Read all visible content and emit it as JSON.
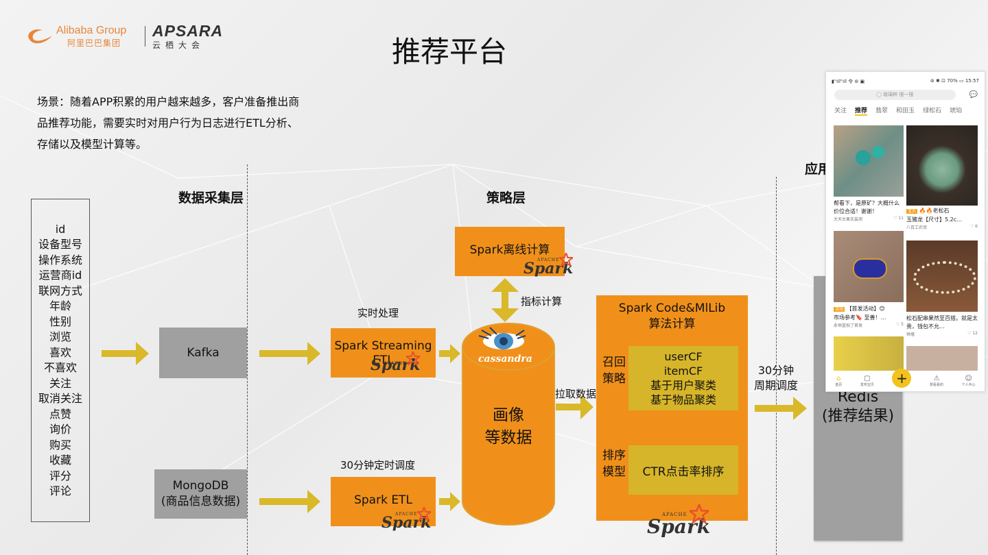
{
  "logos": {
    "alibaba_word": "Alibaba",
    "alibaba_group": "Group",
    "alibaba_cn": "阿里巴巴集团",
    "apsara_word": "APSARA",
    "apsara_cn": "云栖大会"
  },
  "title": "推荐平台",
  "description_lines": [
    "场景：随着APP积累的用户越来越多，客户准备推出商",
    "品推荐功能，需要实时对用户行为日志进行ETL分析、",
    "存储以及模型计算等。"
  ],
  "layers": {
    "collect": "数据采集层",
    "strategy": "策略层",
    "app": "应用层"
  },
  "fields": [
    "id",
    "设备型号",
    "操作系统",
    "运营商id",
    "联网方式",
    "年龄",
    "性别",
    "浏览",
    "喜欢",
    "不喜欢",
    "关注",
    "取消关注",
    "点赞",
    "询价",
    "购买",
    "收藏",
    "评分",
    "评论"
  ],
  "sources": {
    "kafka": "Kafka",
    "mongodb_line1": "MongoDB",
    "mongodb_line2": "(商品信息数据)"
  },
  "processing": {
    "realtime_label": "实时处理",
    "streaming_line1": "Spark Streaming",
    "streaming_line2": "ETL",
    "schedule_label": "30分钟定时调度",
    "spark_etl": "Spark ETL",
    "offline": "Spark离线计算",
    "metrics_label": "指标计算"
  },
  "storage": {
    "cassandra": "cassandra",
    "line1": "画像",
    "line2": "等数据",
    "pull_label": "拉取数据"
  },
  "mllib": {
    "title_line1": "Spark Code&MlLib",
    "title_line2": "算法计算",
    "recall_line1": "召回",
    "recall_line2": "策略",
    "recall_items": [
      "userCF",
      "itemCF",
      "基于用户聚类",
      "基于物品聚类"
    ],
    "rank_line1": "排序",
    "rank_line2": "模型",
    "rank_item": "CTR点击率排序"
  },
  "spark_logo": {
    "apache": "APACHE",
    "word": "Spark"
  },
  "dispatch": {
    "line1": "30分钟",
    "line2": "周期调度"
  },
  "redis": {
    "line1": "Redis",
    "line2": "(推荐结果)"
  },
  "phone": {
    "status_left": "▮\"ıll\"ıll 令 ⊚ ▣",
    "status_right": "⊚ ✱ ⊡ 70% ▭ 15:57",
    "search_placeholder": "◯ 玻璃种 搜一搜",
    "tabs": [
      "关注",
      "推荐",
      "翡翠",
      "和田玉",
      "绿松石",
      "琥珀"
    ],
    "active_tab": "推荐",
    "cards": [
      {
        "caption": "帮看下，是原矿？大概什么价位合适！谢谢！",
        "user": "大天台果氏装测",
        "likes": "♡ 11"
      },
      {
        "caption": "玉猪龙【尺寸】5.2c…",
        "badge": "宝贝",
        "lead": "🔥🔥老松石",
        "user": "八百工农贸",
        "likes": "♡ 6"
      },
      {
        "caption": "市场参考🔖 至善！…",
        "badge": "活动",
        "lead": "【首发活动】😊",
        "user": "永恒蓝祝了首发",
        "likes": "♡ 5"
      },
      {
        "caption": "松石配串果然至百搭。就是太贵，钱包不允…",
        "user": "钟馗",
        "likes": "♡ 12"
      }
    ],
    "nav": [
      "首页",
      "发布宝贝",
      "",
      "想看看的",
      "个人中心"
    ]
  },
  "colors": {
    "orange": "#f0901a",
    "olive": "#d6b52a",
    "arrow": "#d9b82a",
    "gray": "#a0a0a0"
  }
}
